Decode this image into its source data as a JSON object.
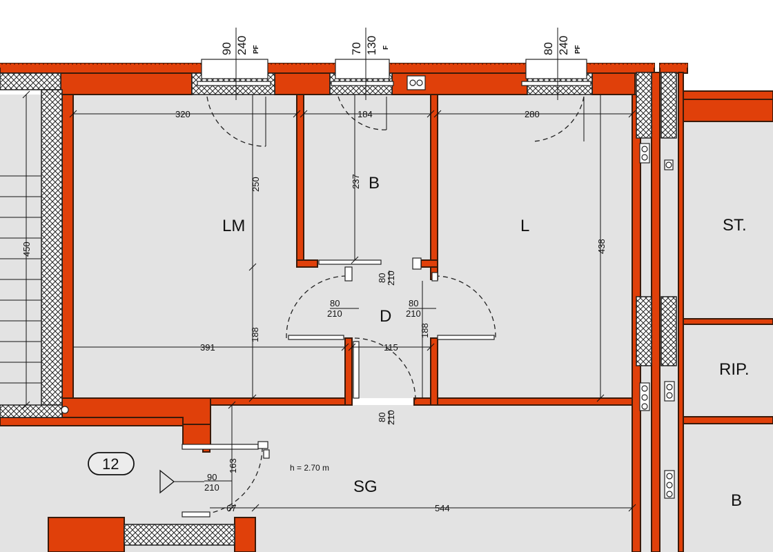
{
  "rooms": {
    "lm": "LM",
    "b_upper": "B",
    "l": "L",
    "d": "D",
    "sg": "SG",
    "st": "ST.",
    "rip": "RIP.",
    "b_right": "B"
  },
  "windows": [
    {
      "width": "90",
      "height": "240",
      "type": "PF"
    },
    {
      "width": "70",
      "height": "130",
      "type": "F"
    },
    {
      "width": "80",
      "height": "240",
      "type": "PF"
    }
  ],
  "dimensions": {
    "d320": "320",
    "d184": "184",
    "d280": "280",
    "d250": "250",
    "d237": "237",
    "d438": "438",
    "d450": "450",
    "d391": "391",
    "d115": "115",
    "d188a": "188",
    "d188b": "188",
    "d163": "163",
    "d67": "67",
    "d544": "544"
  },
  "doors": {
    "door_b": {
      "width": "80",
      "height": "210"
    },
    "door_lm": {
      "width": "80",
      "height": "210"
    },
    "door_l": {
      "width": "80",
      "height": "210"
    },
    "door_d_sg": {
      "width": "80",
      "height": "210"
    },
    "door_entry": {
      "width": "90",
      "height": "210"
    }
  },
  "unit_number": "12",
  "ceiling_height": "h = 2.70 m",
  "colors": {
    "wall": "#e0400a",
    "floor": "#e3e3e3",
    "insulation_hatch": "#ffffff",
    "line": "#111111"
  }
}
